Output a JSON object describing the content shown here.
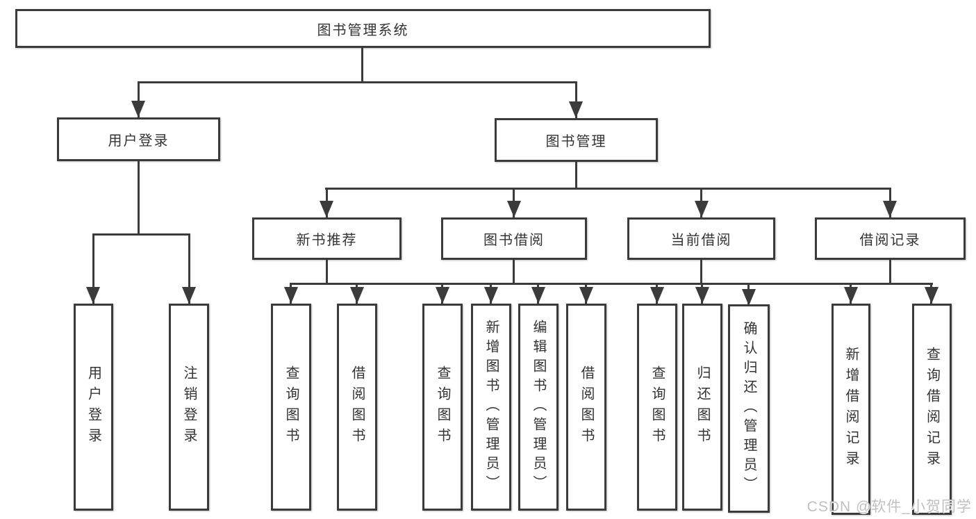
{
  "tree": {
    "label": "图书管理系统",
    "children": [
      {
        "label": "用户登录",
        "children": [
          {
            "label": "用户登录"
          },
          {
            "label": "注销登录"
          }
        ]
      },
      {
        "label": "图书管理",
        "children": [
          {
            "label": "新书推荐",
            "children": [
              {
                "label": "查询图书"
              },
              {
                "label": "借阅图书"
              }
            ]
          },
          {
            "label": "图书借阅",
            "children": [
              {
                "label": "查询图书"
              },
              {
                "label": "新增图书（管理员）"
              },
              {
                "label": "编辑图书（管理员）"
              },
              {
                "label": "借阅图书"
              }
            ]
          },
          {
            "label": "当前借阅",
            "children": [
              {
                "label": "查询图书"
              },
              {
                "label": "归还图书"
              },
              {
                "label": "确认归还（管理员）"
              }
            ]
          },
          {
            "label": "借阅记录",
            "children": [
              {
                "label": "新增借阅记录"
              },
              {
                "label": "查询借阅记录"
              }
            ]
          }
        ]
      }
    ]
  },
  "watermark": {
    "text": "CSDN @软件_小贺同学"
  },
  "colors": {
    "background": "#ffffff",
    "line": "#3b3b3b",
    "border": "#3b3b3b",
    "text": "#333333",
    "watermark": "#c0c0c0"
  }
}
